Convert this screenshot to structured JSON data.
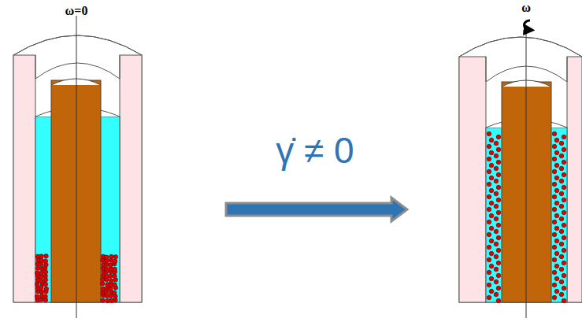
{
  "diagram": {
    "labels": [
      "ω=0",
      "γ̇ ≠ 0",
      "ω"
    ]
  }
}
